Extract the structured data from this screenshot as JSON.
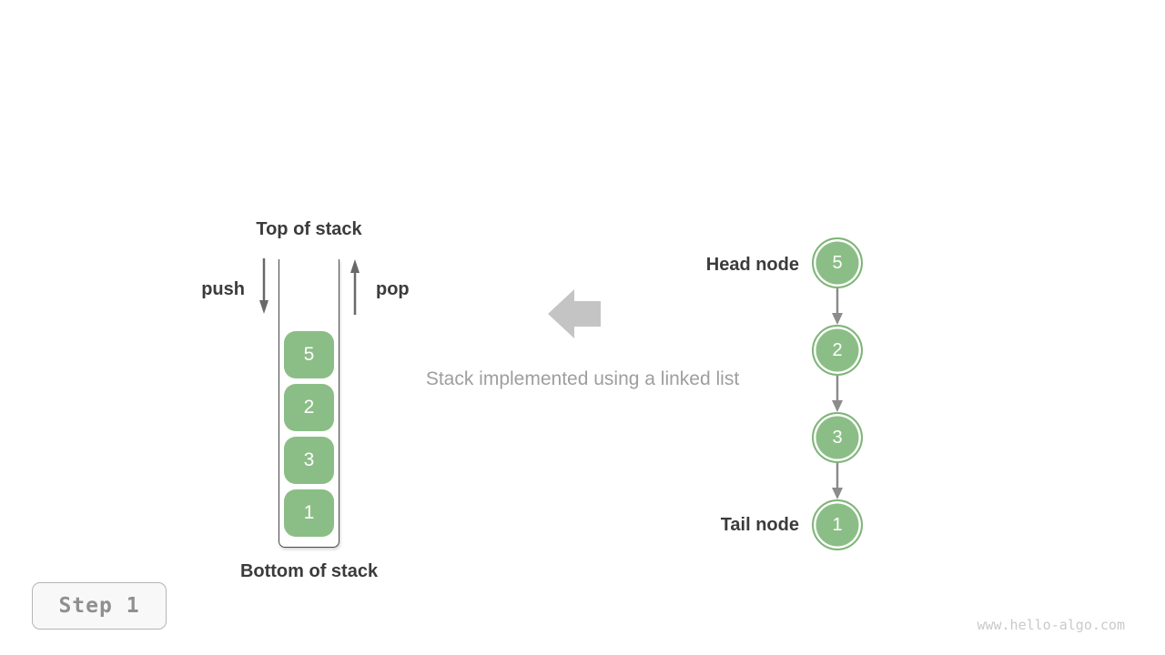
{
  "diagram": {
    "stack": {
      "top_label": "Top of stack",
      "bottom_label": "Bottom of stack",
      "push_label": "push",
      "pop_label": "pop",
      "items": [
        "5",
        "2",
        "3",
        "1"
      ]
    },
    "caption": "Stack implemented using a linked list",
    "linked_list": {
      "head_label": "Head node",
      "tail_label": "Tail node",
      "nodes": [
        "5",
        "2",
        "3",
        "1"
      ]
    },
    "step_label": "Step 1",
    "watermark": "www.hello-algo.com"
  },
  "colors": {
    "green": "#8bbe86",
    "green_border": "#7fb578",
    "text_dark": "#3b3b3b",
    "caption_gray": "#9e9e9e",
    "small_arrow": "#68696b",
    "pointer_arrow": "#8c8c8c",
    "big_arrow": "#c4c4c4",
    "container_border": "#4a4a4a",
    "step_text": "#8f8f8f",
    "step_border": "#b5b5b5",
    "step_bg": "#f8f8f8",
    "watermark": "#c9c9c9"
  }
}
